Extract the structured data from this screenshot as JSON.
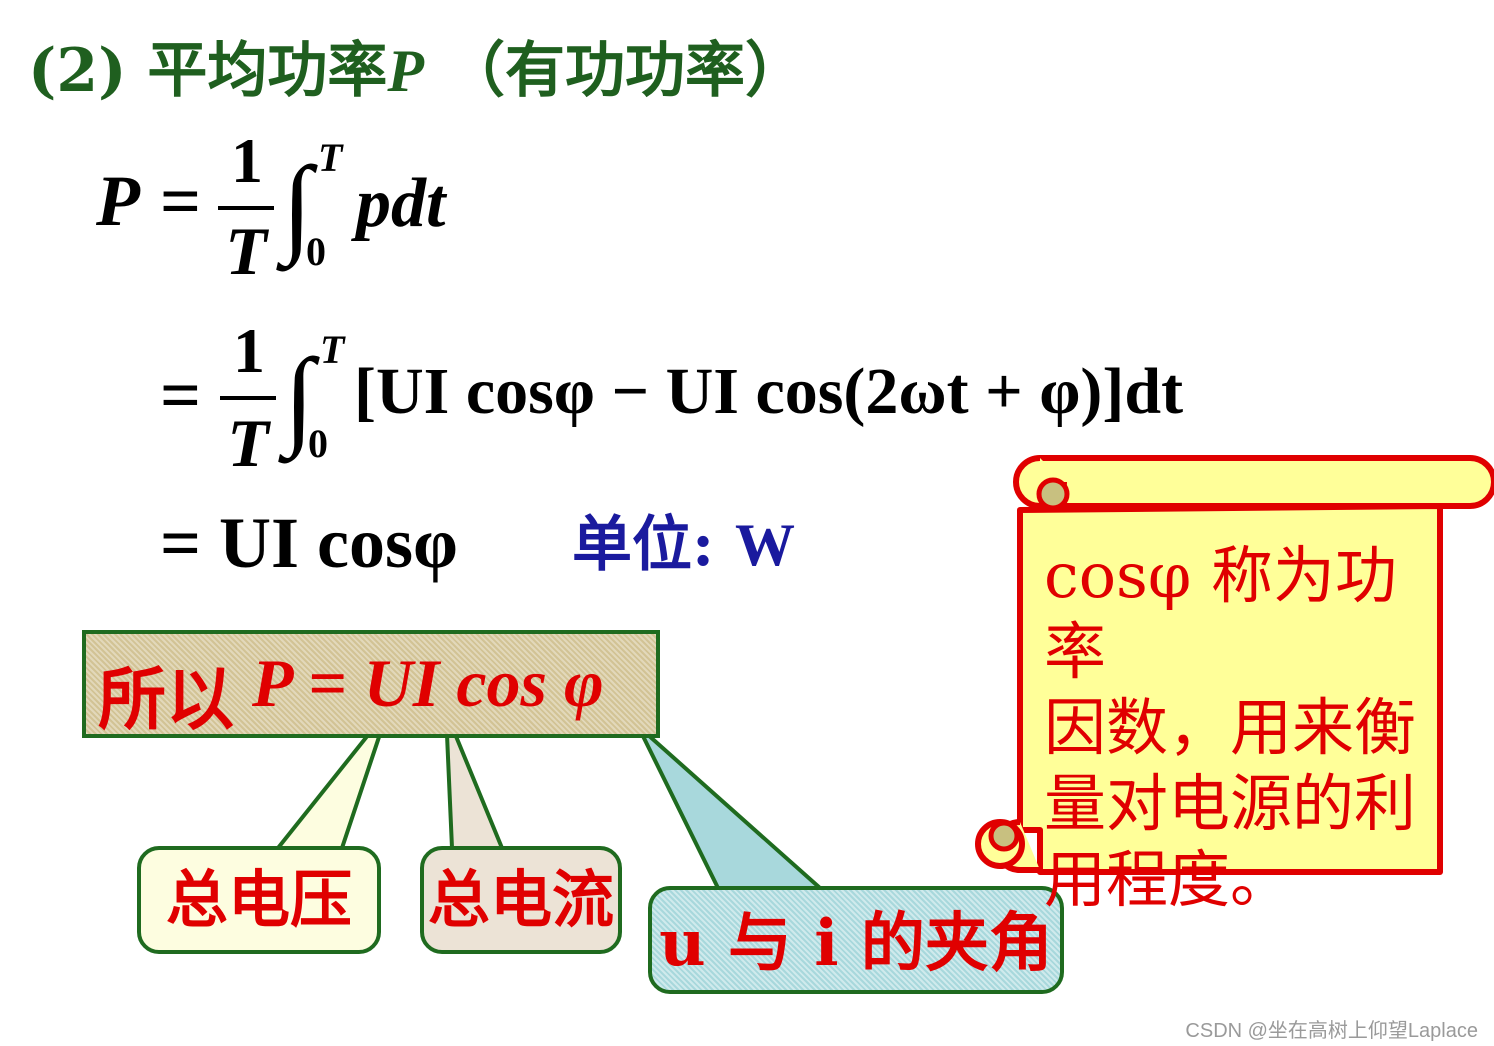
{
  "title": {
    "prefix": "(2) ",
    "cn1": "平均功率",
    "var": "P",
    "cn2": " （有功功率）"
  },
  "formula": {
    "lhs": "P",
    "eq": "=",
    "num": "1",
    "den": "T",
    "upper": "T",
    "lower": "0",
    "integrand1": "pdt",
    "integrand2": "[UI cosφ − UI cos(2ωt + φ)]dt",
    "line3": "= UI cosφ"
  },
  "unit_label": "单位:",
  "unit_value": "W",
  "main_box": {
    "prefix": "所以",
    "formula": "P = UI cos φ"
  },
  "tags": {
    "voltage": "总电压",
    "current": "总电流",
    "angle": "u 与 i 的夹角"
  },
  "scroll_lines": [
    "cosφ 称为功率",
    "因数，用来衡",
    "量对电源的利",
    "用程度。"
  ],
  "watermark": "CSDN @坐在高树上仰望Laplace",
  "colors": {
    "title_green": "#1f5f1f",
    "red": "#e00000",
    "blue": "#1a1a9e",
    "scroll_yellow": "#ffff99",
    "scroll_border": "#e00000"
  }
}
